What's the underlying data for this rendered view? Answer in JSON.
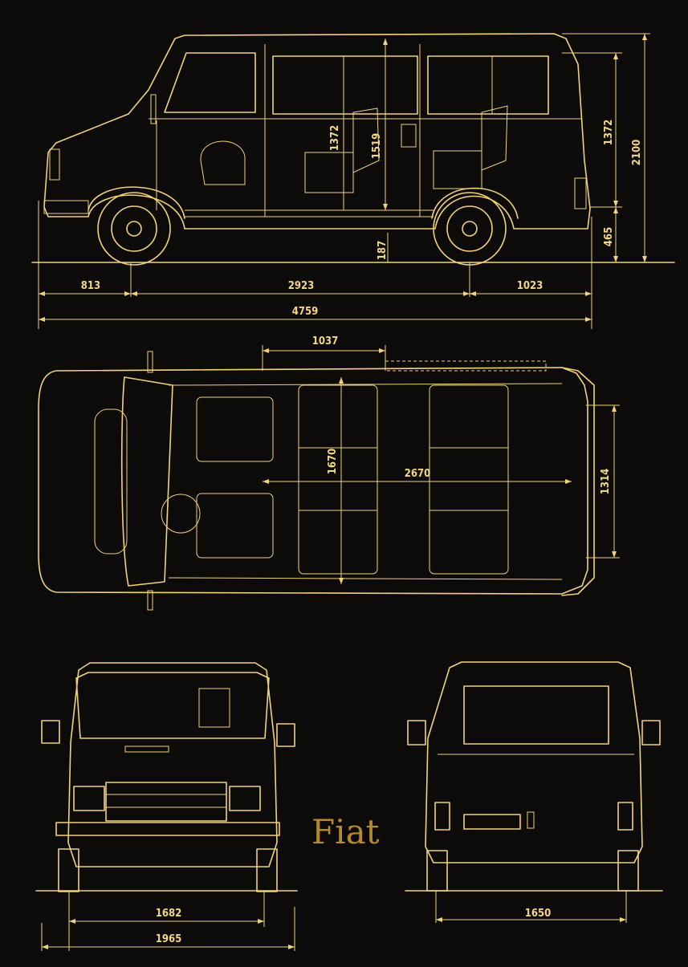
{
  "brand": "Fiat",
  "dimensions": {
    "front_overhang": "813",
    "wheelbase": "2923",
    "rear_overhang": "1023",
    "overall_length": "4759",
    "interior_height": "1372",
    "step_height": "1519",
    "rear_height": "1372",
    "overall_height": "2100",
    "floor_height": "465",
    "ground_clearance": "187",
    "side_door_width": "1037",
    "cargo_width": "1670",
    "cargo_length": "2670",
    "rear_door_width": "1314",
    "front_track": "1682",
    "overall_width": "1965",
    "rear_track": "1650"
  },
  "colors": {
    "background": "#0d0b0a",
    "line": "#f1d27b",
    "brand": "#b38a2c"
  }
}
